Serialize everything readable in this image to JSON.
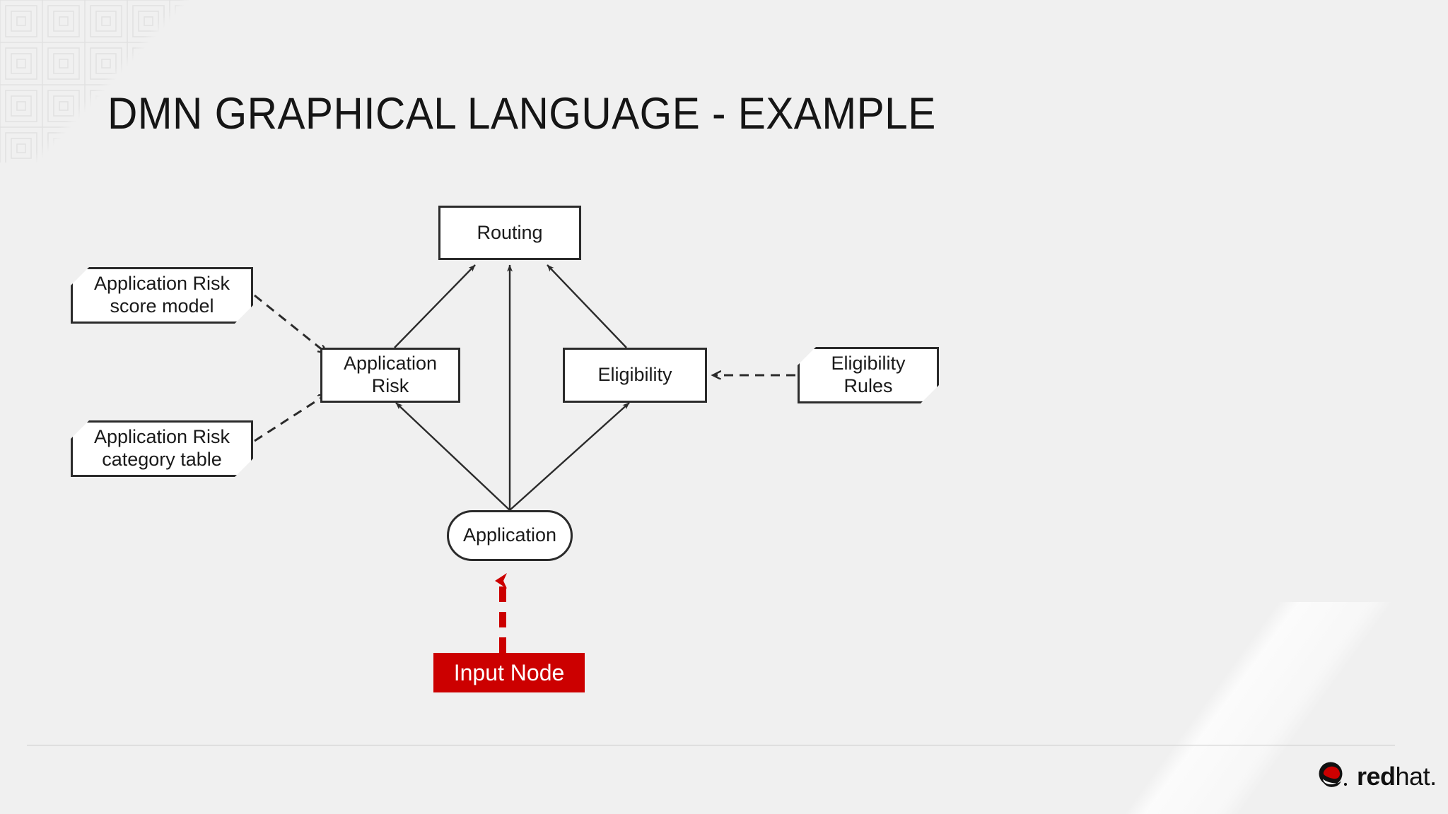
{
  "slide": {
    "title": "DMN GRAPHICAL LANGUAGE - EXAMPLE",
    "background_color": "#f0f0f0",
    "accent_color": "#cc0000",
    "node_border_color": "#2b2b2b"
  },
  "diagram": {
    "type": "dmn-decision-requirements-diagram",
    "decisions": [
      {
        "id": "routing",
        "label": "Routing"
      },
      {
        "id": "application-risk",
        "label": "Application Risk"
      },
      {
        "id": "eligibility",
        "label": "Eligibility"
      }
    ],
    "input_data": [
      {
        "id": "application",
        "label": "Application"
      }
    ],
    "business_knowledge_models": [
      {
        "id": "risk-score-model",
        "label": "Application Risk\nscore model",
        "line1": "Application Risk",
        "line2": "score model"
      },
      {
        "id": "risk-category-table",
        "label": "Application Risk\ncategory table",
        "line1": "Application Risk",
        "line2": "category table"
      },
      {
        "id": "eligibility-rules",
        "label": "Eligibility\nRules",
        "line1": "Eligibility",
        "line2": "Rules"
      }
    ],
    "information_requirements": [
      {
        "from": "application-risk",
        "to": "routing"
      },
      {
        "from": "application",
        "to": "routing"
      },
      {
        "from": "eligibility",
        "to": "routing"
      },
      {
        "from": "application",
        "to": "application-risk"
      },
      {
        "from": "application",
        "to": "eligibility"
      }
    ],
    "knowledge_requirements": [
      {
        "from": "risk-score-model",
        "to": "application-risk",
        "style": "dashed"
      },
      {
        "from": "risk-category-table",
        "to": "application-risk",
        "style": "dashed"
      },
      {
        "from": "eligibility-rules",
        "to": "eligibility",
        "style": "dashed"
      }
    ]
  },
  "annotation": {
    "label": "Input Node",
    "target": "application",
    "color": "#cc0000",
    "connector_style": "dashed-arrow-up"
  },
  "footer": {
    "logo_word_bold": "red",
    "logo_word_light": "hat",
    "logo_dot": "."
  }
}
